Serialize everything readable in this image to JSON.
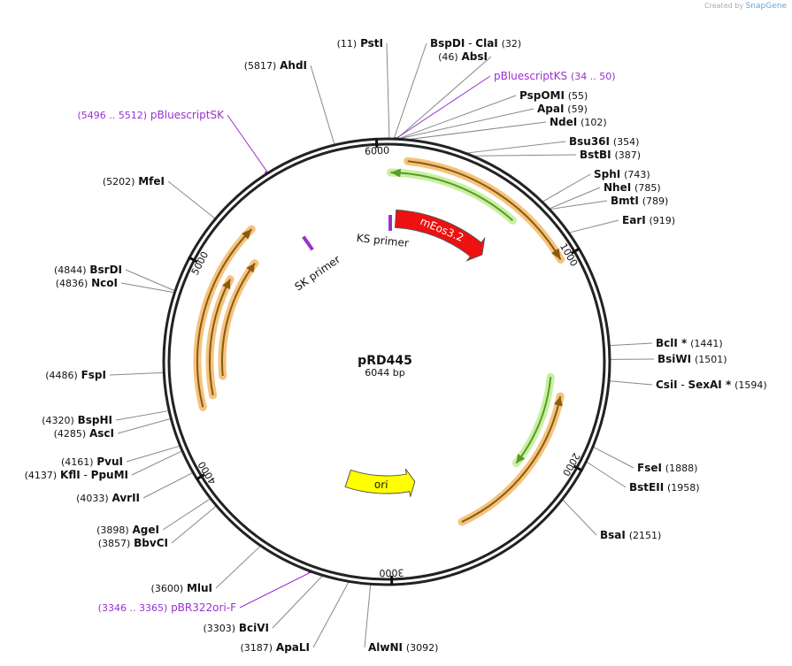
{
  "credit": {
    "prefix": "Created by",
    "brand": "SnapGene"
  },
  "plasmid": {
    "name": "pRD445",
    "size_label": "6044 bp",
    "length": 6044
  },
  "colors": {
    "backbone": "#222222",
    "purple": "#9b30d0",
    "red": "#ee1111",
    "yellow": "#ffff00",
    "orange_glow": "#f4c37d",
    "green_glow": "#c8f0a0",
    "leader": "#888888"
  },
  "ticks": [
    {
      "pos": 1000,
      "label": "1000"
    },
    {
      "pos": 2000,
      "label": "2000"
    },
    {
      "pos": 3000,
      "label": "3000"
    },
    {
      "pos": 4000,
      "label": "4000"
    },
    {
      "pos": 5000,
      "label": "5000"
    },
    {
      "pos": 6000,
      "label": "6000"
    }
  ],
  "features": [
    {
      "id": "meos",
      "type": "arrow",
      "label": "mEos3.2",
      "start": 60,
      "end": 700,
      "strand": 1,
      "color": "red"
    },
    {
      "id": "ori",
      "type": "arrow",
      "label": "ori",
      "start": 2800,
      "end": 3330,
      "strand": -1,
      "color": "yellow"
    }
  ],
  "primers": [
    {
      "label": "KS primer",
      "pos": 42
    },
    {
      "label": "SK primer",
      "pos": 5510
    }
  ],
  "orfs": [
    {
      "start": 100,
      "end": 1000,
      "strand": 1,
      "track": 0,
      "glow": "orange"
    },
    {
      "start": 20,
      "end": 700,
      "strand": -1,
      "track": 1,
      "glow": "green"
    },
    {
      "start": 1700,
      "end": 2600,
      "strand": -1,
      "track": 2,
      "glow": "orange"
    },
    {
      "start": 1600,
      "end": 2150,
      "strand": 1,
      "track": 3,
      "glow": "green"
    },
    {
      "start": 4300,
      "end": 5280,
      "strand": 1,
      "track": 1,
      "glow": "orange"
    },
    {
      "start": 4350,
      "end": 5000,
      "strand": 1,
      "track": 2,
      "glow": "orange"
    },
    {
      "start": 4450,
      "end": 5150,
      "strand": 1,
      "track": 3,
      "glow": "orange"
    }
  ],
  "sites": [
    {
      "name": "PstI",
      "loc": "(11)",
      "pos": 11,
      "anchor": "end"
    },
    {
      "name": "BspDI",
      "name2": "ClaI",
      "loc": "(32)",
      "pos": 32,
      "anchor": "start"
    },
    {
      "name": "AbsI",
      "loc": "(46)",
      "pos": 46,
      "anchor": "end"
    },
    {
      "name": "PspOMI",
      "loc": "(55)",
      "pos": 55,
      "anchor": "start"
    },
    {
      "name": "ApaI",
      "loc": "(59)",
      "pos": 59,
      "anchor": "start"
    },
    {
      "name": "NdeI",
      "loc": "(102)",
      "pos": 102,
      "anchor": "start"
    },
    {
      "name": "Bsu36I",
      "loc": "(354)",
      "pos": 354,
      "anchor": "start"
    },
    {
      "name": "BstBI",
      "loc": "(387)",
      "pos": 387,
      "anchor": "start"
    },
    {
      "name": "SphI",
      "loc": "(743)",
      "pos": 743,
      "anchor": "start"
    },
    {
      "name": "NheI",
      "loc": "(785)",
      "pos": 785,
      "anchor": "start"
    },
    {
      "name": "BmtI",
      "loc": "(789)",
      "pos": 789,
      "anchor": "start"
    },
    {
      "name": "EarI",
      "loc": "(919)",
      "pos": 919,
      "anchor": "start"
    },
    {
      "name": "BclI *",
      "loc": "(1441)",
      "pos": 1441,
      "anchor": "start"
    },
    {
      "name": "BsiWI",
      "loc": "(1501)",
      "pos": 1501,
      "anchor": "start"
    },
    {
      "name": "CsiI",
      "name2": "SexAI *",
      "loc": "(1594)",
      "pos": 1594,
      "anchor": "start"
    },
    {
      "name": "FseI",
      "loc": "(1888)",
      "pos": 1888,
      "anchor": "start"
    },
    {
      "name": "BstEII",
      "loc": "(1958)",
      "pos": 1958,
      "anchor": "start"
    },
    {
      "name": "BsaI",
      "loc": "(2151)",
      "pos": 2151,
      "anchor": "start"
    },
    {
      "name": "AlwNI",
      "loc": "(3092)",
      "pos": 3092,
      "anchor": "start"
    },
    {
      "name": "ApaLI",
      "loc": "(3187)",
      "pos": 3187,
      "anchor": "end"
    },
    {
      "name": "BciVI",
      "loc": "(3303)",
      "pos": 3303,
      "anchor": "end"
    },
    {
      "name": "MluI",
      "loc": "(3600)",
      "pos": 3600,
      "anchor": "end"
    },
    {
      "name": "BbvCI",
      "loc": "(3857)",
      "pos": 3857,
      "anchor": "end"
    },
    {
      "name": "AgeI",
      "loc": "(3898)",
      "pos": 3898,
      "anchor": "end"
    },
    {
      "name": "AvrII",
      "loc": "(4033)",
      "pos": 4033,
      "anchor": "end"
    },
    {
      "name": "KflI",
      "name2": "PpuMI",
      "loc": "(4137)",
      "pos": 4137,
      "anchor": "end"
    },
    {
      "name": "PvuI",
      "loc": "(4161)",
      "pos": 4161,
      "anchor": "end"
    },
    {
      "name": "AscI",
      "loc": "(4285)",
      "pos": 4285,
      "anchor": "end"
    },
    {
      "name": "BspHI",
      "loc": "(4320)",
      "pos": 4320,
      "anchor": "end"
    },
    {
      "name": "FspI",
      "loc": "(4486)",
      "pos": 4486,
      "anchor": "end"
    },
    {
      "name": "NcoI",
      "loc": "(4836)",
      "pos": 4836,
      "anchor": "end"
    },
    {
      "name": "BsrDI",
      "loc": "(4844)",
      "pos": 4844,
      "anchor": "end"
    },
    {
      "name": "MfeI",
      "loc": "(5202)",
      "pos": 5202,
      "anchor": "end"
    },
    {
      "name": "AhdI",
      "loc": "(5817)",
      "pos": 5817,
      "anchor": "end"
    }
  ],
  "primer_sites": [
    {
      "name": "pBluescriptKS",
      "loc": "(34 .. 50)",
      "pos": 42,
      "anchor": "start"
    },
    {
      "name": "pBluescriptSK",
      "loc": "(5496 .. 5512)",
      "pos": 5504,
      "anchor": "end"
    },
    {
      "name": "pBR322ori-F",
      "loc": "(3346 .. 3365)",
      "pos": 3355,
      "anchor": "end"
    }
  ]
}
